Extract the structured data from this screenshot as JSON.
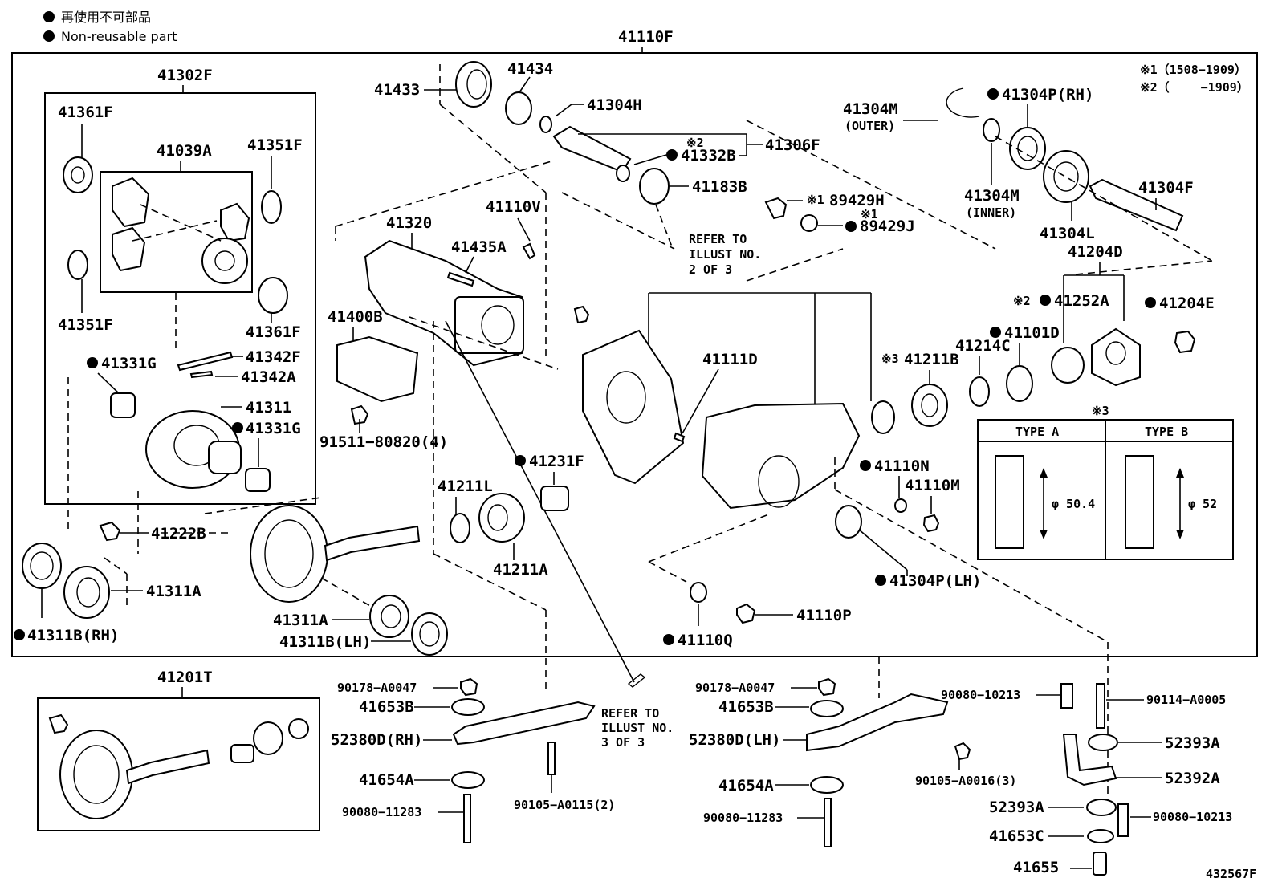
{
  "legend": {
    "jp": "再使用不可部品",
    "en": "Non-reusable part"
  },
  "notes": {
    "n1": "※1（1508−1909）",
    "n2": "※2（　　 −1909）"
  },
  "figure_number": "432567F",
  "assemblies": {
    "main": "41110F",
    "diff_case": "41302F",
    "pinion_gears": "41039A",
    "ring_gear_set": "41201T",
    "output_shaft_bearing": "41204D",
    "drive_pinion_sub": "41306F"
  },
  "labels": {
    "p41361F_a": "41361F",
    "p41351F_a": "41351F",
    "p41351F_b": "41351F",
    "p41361F_b": "41361F",
    "p41331G_a": "41331G",
    "p41342F": "41342F",
    "p41342A": "41342A",
    "p41311": "41311",
    "p41331G_b": "41331G",
    "p41222B": "41222B",
    "p41311A_a": "41311A",
    "p41311B_rh": "41311B(RH)",
    "p41433": "41433",
    "p41434": "41434",
    "p41304H": "41304H",
    "p41332B": "41332B",
    "p41183B": "41183B",
    "p41320": "41320",
    "p41110V": "41110V",
    "p41435A": "41435A",
    "p41400B": "41400B",
    "p91511": "91511−80820(4)",
    "p41231F": "41231F",
    "p41211L": "41211L",
    "p41211A": "41211A",
    "p41311A_b": "41311A",
    "p41311B_lh": "41311B(LH)",
    "p89429H": "89429H",
    "p89429J": "89429J",
    "p41111D": "41111D",
    "p41304M": "41304M",
    "p41304M_outer": "(OUTER)",
    "p41304M_b": "41304M",
    "p41304M_inner": "(INNER)",
    "p41304P_rh": "41304P(RH)",
    "p41304F": "41304F",
    "p41304L": "41304L",
    "p41252A": "41252A",
    "p41204E": "41204E",
    "p41101D": "41101D",
    "p41214C": "41214C",
    "p41211B": "41211B",
    "p41110N": "41110N",
    "p41110M": "41110M",
    "p41304P_lh": "41304P(LH)",
    "p41110P": "41110P",
    "p41110Q": "41110Q",
    "p90178_a": "90178−A0047",
    "p41653B_a": "41653B",
    "p52380D_rh": "52380D(RH)",
    "p41654A_a": "41654A",
    "p90080_11283_a": "90080−11283",
    "p90105_a0115": "90105−A0115(2)",
    "p90178_b": "90178−A0047",
    "p41653B_b": "41653B",
    "p52380D_lh": "52380D(LH)",
    "p41654A_b": "41654A",
    "p90080_11283_b": "90080−11283",
    "p90105_a0016": "90105−A0016(3)",
    "p90080_10213_a": "90080−10213",
    "p90114": "90114−A0005",
    "p52393A_a": "52393A",
    "p52392A": "52392A",
    "p52393A_b": "52393A",
    "p90080_10213_b": "90080−10213",
    "p41653C": "41653C",
    "p41655": "41655"
  },
  "marks": {
    "x1": "※1",
    "x2": "※2",
    "x3": "※3"
  },
  "refer": {
    "r2a": "REFER TO",
    "r2b": "ILLUST NO.",
    "r2c": "2 OF 3",
    "r3a": "REFER TO",
    "r3b": "ILLUST NO.",
    "r3c": "3 OF 3"
  },
  "type_table": {
    "col_a": "TYPE A",
    "col_b": "TYPE B",
    "dia_a": "φ 50.4",
    "dia_b": "φ 52"
  }
}
